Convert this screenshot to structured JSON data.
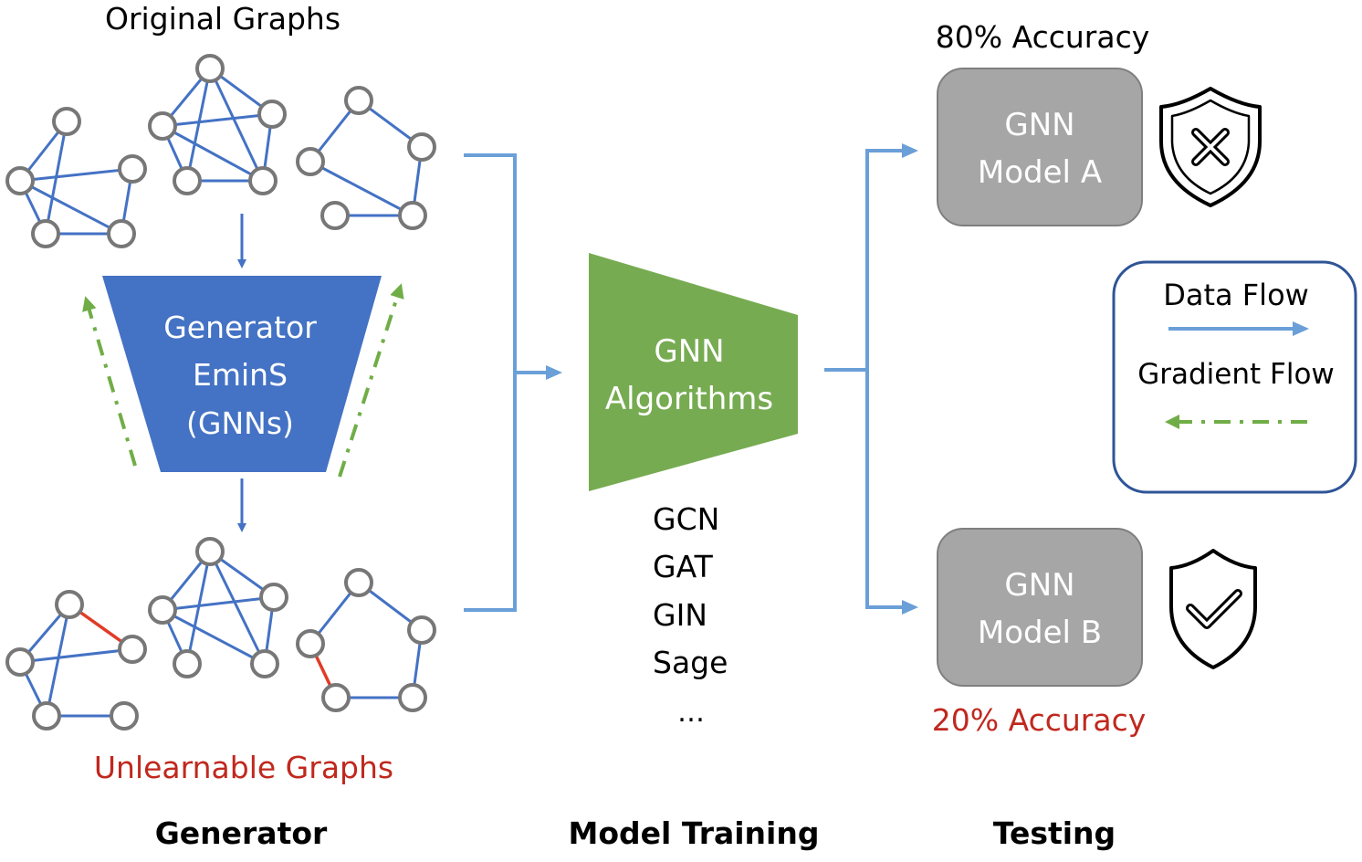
{
  "labels": {
    "original_graphs": "Original Graphs",
    "unlearnable_graphs": "Unlearnable Graphs",
    "generator_line1": "Generator",
    "generator_line2": "EminS",
    "generator_line3": "(GNNs)",
    "gnn_algo_line1": "GNN",
    "gnn_algo_line2": "Algorithms",
    "algorithms": [
      "GCN",
      "GAT",
      "GIN",
      "Sage",
      "…"
    ],
    "model_a_line1": "GNN",
    "model_a_line2": "Model A",
    "model_b_line1": "GNN",
    "model_b_line2": "Model B",
    "accuracy_a": "80% Accuracy",
    "accuracy_b": "20% Accuracy",
    "legend_data_flow": "Data Flow",
    "legend_gradient_flow": "Gradient Flow",
    "section_generator": "Generator",
    "section_model_training": "Model Training",
    "section_testing": "Testing"
  },
  "colors": {
    "edge": "#4472c4",
    "perturbed_edge": "#e03c28",
    "node_stroke": "#777777",
    "generator_fill": "#4472c4",
    "gnn_fill": "#77ab52",
    "model_fill": "#a6a6a6",
    "data_flow": "#6a9fd8",
    "gradient_flow": "#70ad47",
    "red_text": "#c0281e",
    "legend_border": "#2f5597"
  },
  "icons": {
    "model_a": "shield-x-icon",
    "model_b": "shield-check-icon"
  }
}
